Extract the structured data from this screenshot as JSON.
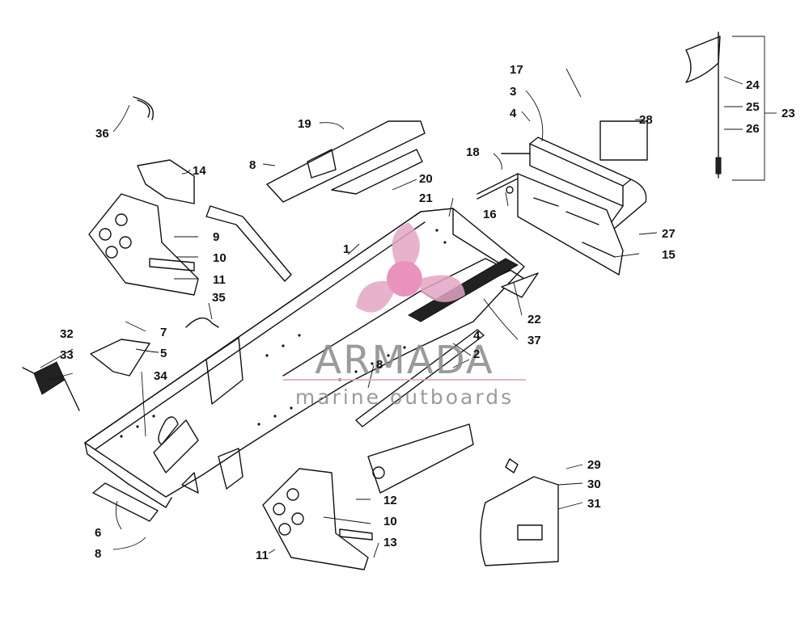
{
  "watermark": {
    "brand": "ARMADA",
    "tagline": "marine outboards",
    "color": "#e3a6c4",
    "hub_color": "#e680b2"
  },
  "callouts": [
    {
      "id": "1",
      "text": "1"
    },
    {
      "id": "2",
      "text": "2"
    },
    {
      "id": "3",
      "text": "3"
    },
    {
      "id": "4a",
      "text": "4"
    },
    {
      "id": "4b",
      "text": "4"
    },
    {
      "id": "5",
      "text": "5"
    },
    {
      "id": "6",
      "text": "6"
    },
    {
      "id": "7",
      "text": "7"
    },
    {
      "id": "8a",
      "text": "8"
    },
    {
      "id": "8b",
      "text": "8"
    },
    {
      "id": "8c",
      "text": "8"
    },
    {
      "id": "9",
      "text": "9"
    },
    {
      "id": "10a",
      "text": "10"
    },
    {
      "id": "10b",
      "text": "10"
    },
    {
      "id": "11a",
      "text": "11"
    },
    {
      "id": "11b",
      "text": "11"
    },
    {
      "id": "12",
      "text": "12"
    },
    {
      "id": "13",
      "text": "13"
    },
    {
      "id": "14",
      "text": "14"
    },
    {
      "id": "15",
      "text": "15"
    },
    {
      "id": "16",
      "text": "16"
    },
    {
      "id": "17",
      "text": "17"
    },
    {
      "id": "18",
      "text": "18"
    },
    {
      "id": "19",
      "text": "19"
    },
    {
      "id": "20",
      "text": "20"
    },
    {
      "id": "21",
      "text": "21"
    },
    {
      "id": "22",
      "text": "22"
    },
    {
      "id": "23",
      "text": "23"
    },
    {
      "id": "24",
      "text": "24"
    },
    {
      "id": "25",
      "text": "25"
    },
    {
      "id": "26",
      "text": "26"
    },
    {
      "id": "27",
      "text": "27"
    },
    {
      "id": "28",
      "text": "28"
    },
    {
      "id": "29",
      "text": "29"
    },
    {
      "id": "30",
      "text": "30"
    },
    {
      "id": "31",
      "text": "31"
    },
    {
      "id": "32",
      "text": "32"
    },
    {
      "id": "33",
      "text": "33"
    },
    {
      "id": "34",
      "text": "34"
    },
    {
      "id": "35",
      "text": "35"
    },
    {
      "id": "36",
      "text": "36"
    },
    {
      "id": "37",
      "text": "37"
    }
  ]
}
